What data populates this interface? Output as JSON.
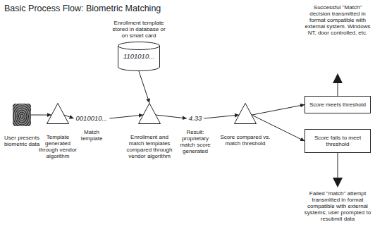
{
  "diagram": {
    "title": "Basic Process Flow: Biometric Matching",
    "nodes": [
      {
        "text": [
          "User presents biometric data"
        ]
      },
      {
        "text": [
          "Template generated through vendor algorithm"
        ]
      },
      {
        "text": [
          "0010010...",
          "Match template"
        ]
      },
      {
        "text": [
          "Enrollment template stored in database or on smart card",
          "1101010..."
        ]
      },
      {
        "text": [
          "Enrollment and match templates compared through vendor algorithm"
        ]
      },
      {
        "text": [
          "4.33",
          "Result: proprietary match score generated"
        ]
      },
      {
        "text": [
          "Score compared vs. match threshold"
        ]
      },
      {
        "text": [
          "Score meets threshold"
        ]
      },
      {
        "text": [
          "Score fails to meet threshold"
        ]
      }
    ],
    "edges": [
      {
        "from": 0,
        "to": 1,
        "arrow": "to"
      },
      {
        "from": 1,
        "to": 2,
        "arrow": "to"
      },
      {
        "from": 2,
        "to": 4,
        "arrow": "to"
      },
      {
        "from": 3,
        "to": 4,
        "arrow": "to"
      },
      {
        "from": 4,
        "to": 5,
        "arrow": "to"
      },
      {
        "from": 5,
        "to": 6,
        "arrow": "to"
      },
      {
        "from": 6,
        "to": 7,
        "arrow": "to"
      },
      {
        "from": 6,
        "to": 8,
        "arrow": "to"
      }
    ],
    "labels": [
      "Successful \"Match\" decision transmitted in format compatible with external system. Windows NT, door controlled, etc.",
      "Failed \"match\" attempt transmitted in format compatible with external systems; user prompted to resubmit data"
    ]
  }
}
